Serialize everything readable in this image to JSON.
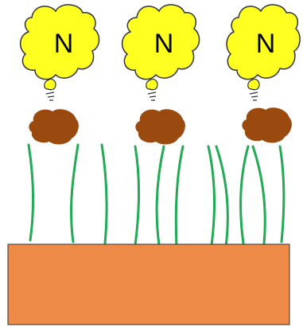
{
  "diagram": {
    "groups": [
      {
        "cloud_label": "N"
      },
      {
        "cloud_label": "N"
      },
      {
        "cloud_label": "N"
      }
    ]
  },
  "colors": {
    "background": "#ffffff",
    "cloud_fill": "#ffff22",
    "cloud_stroke": "#333333",
    "blob_fill": "#9a4a0f",
    "stem_stroke": "#22aa55",
    "base_fill": "#ee8a47",
    "base_stroke": "#333333"
  }
}
